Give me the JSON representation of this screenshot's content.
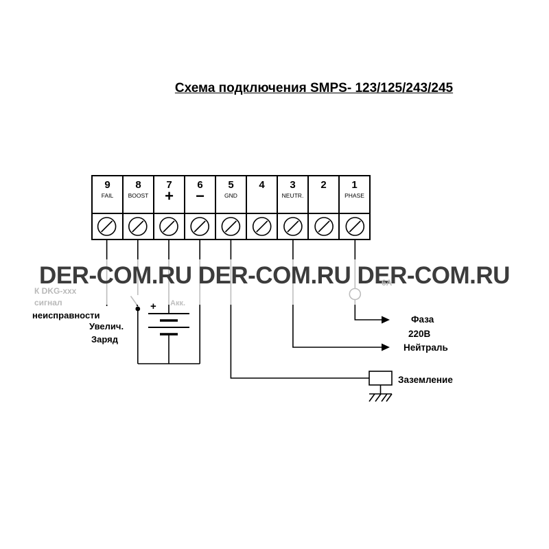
{
  "title": "Схема подключения SMPS- 123/125/243/245",
  "watermark": "DER-COM.RU DER-COM.RU DER-COM.RU",
  "terminal_block": {
    "terminals": [
      {
        "number": "9",
        "label": "FAIL"
      },
      {
        "number": "8",
        "label": "BOOST"
      },
      {
        "number": "7",
        "label": "+"
      },
      {
        "number": "6",
        "label": "−"
      },
      {
        "number": "5",
        "label": "GND"
      },
      {
        "number": "4",
        "label": ""
      },
      {
        "number": "3",
        "label": "NEUTR."
      },
      {
        "number": "2",
        "label": ""
      },
      {
        "number": "1",
        "label": "PHASE"
      }
    ]
  },
  "labels": {
    "dkg": "К DKG-xxx",
    "signal": "сигнал",
    "fault": "неисправности",
    "increase": "Увелич.",
    "charge": "Заряд",
    "battery": "Акк.",
    "battery_plus": "+",
    "fuse_rating": "6А",
    "phase": "Фаза",
    "phase_voltage": "220В",
    "neutral": "Нейтраль",
    "ground": "Заземление"
  }
}
